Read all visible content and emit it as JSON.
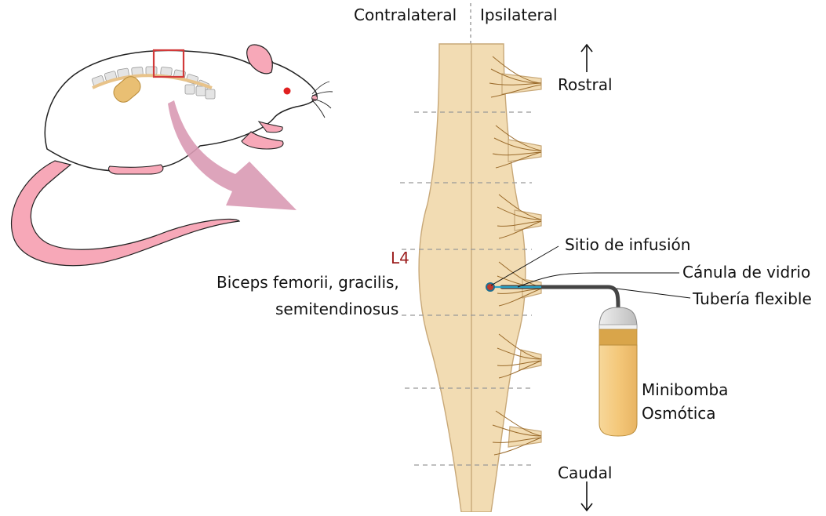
{
  "labels": {
    "contralateral": "Contralateral",
    "ipsilateral": "Ipsilateral",
    "rostral": "Rostral",
    "caudal": "Caudal",
    "segment": "L4",
    "muscles_line1": "Biceps femorii, gracilis,",
    "muscles_line2": "semitendinosus",
    "infusion_site": "Sitio de infusión",
    "cannula": "Cánula de vidrio",
    "tubing": "Tubería flexible",
    "pump_line1": "Minibomba",
    "pump_line2": "Osmótica"
  },
  "icons": {
    "rostral_arrow": "arrow-up-icon",
    "caudal_arrow": "arrow-down-icon",
    "transition_arrow": "curved-arrow-icon"
  },
  "colors": {
    "cord_fill": "#f2dcb3",
    "cord_stroke": "#c8a878",
    "root_stroke": "#9a6a2a",
    "rat_tail": "#f7a8b8",
    "curved_arrow": "#d99ab4",
    "highlight_box": "#d23a3a",
    "segment_label": "#9b1c1c",
    "pump_body": "#f4c87a",
    "pump_band": "#d9a54a",
    "pump_cap": "#d9d9d9",
    "tubing": "#444444",
    "cannula": "#2aa3c8"
  }
}
